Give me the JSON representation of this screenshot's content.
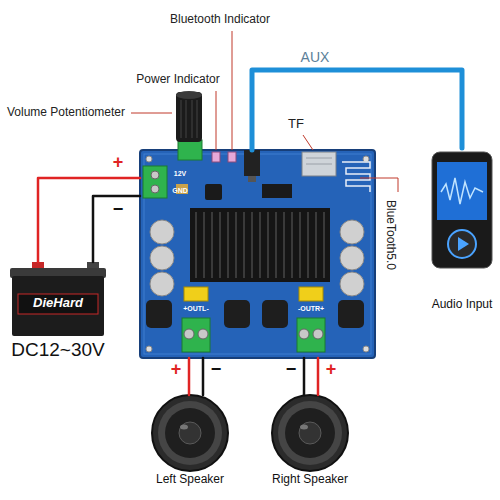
{
  "diagram": {
    "nodes": [
      {
        "text": [
          "12V",
          "GND",
          "+OUTL-",
          "-OUTR+"
        ]
      },
      {
        "text": [
          "DieHard",
          "DC12~30V"
        ]
      },
      {
        "text": [
          "Audio Input"
        ]
      },
      {
        "text": [
          "Left Speaker"
        ]
      },
      {
        "text": [
          "Right Speaker"
        ]
      }
    ],
    "edges": [
      {
        "from": 0,
        "to": 2,
        "label": "AUX",
        "arrow": "none"
      },
      {
        "from": 1,
        "to": 0,
        "label": "+",
        "arrow": "none"
      },
      {
        "from": 1,
        "to": 0,
        "label": "−",
        "arrow": "none"
      },
      {
        "from": 0,
        "to": 3,
        "label": "+",
        "arrow": "none"
      },
      {
        "from": 0,
        "to": 3,
        "label": "−",
        "arrow": "none"
      },
      {
        "from": 0,
        "to": 4,
        "label": "−",
        "arrow": "none"
      },
      {
        "from": 0,
        "to": 4,
        "label": "+",
        "arrow": "none"
      }
    ],
    "labels": [
      "Bluetooth Indicator",
      "Power Indicator",
      "Volume Potentiometer",
      "TF",
      "BlueTooth5.0"
    ]
  }
}
